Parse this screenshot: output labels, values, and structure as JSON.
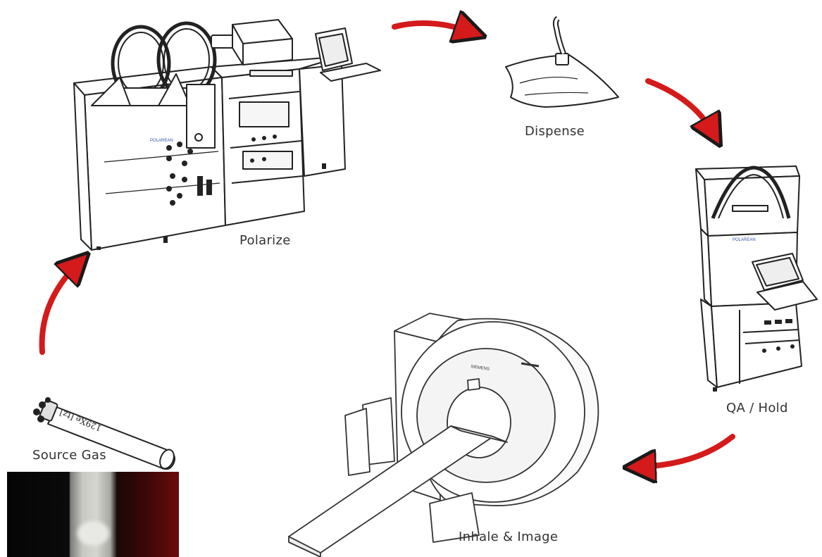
{
  "stages": {
    "polarize": "Polarize",
    "dispense": "Dispense",
    "qa_hold": "QA / Hold",
    "inhale_image": "Inhale & Image",
    "source_gas": "Source Gas"
  },
  "cylinder_label": "129Xe [tz]",
  "polarizer_brand": "POLAREAN",
  "qa_brand": "POLAREAN",
  "scanner_brand": "SIEMENS",
  "colors": {
    "arrow": "#d41a1a",
    "line": "#222222",
    "label": "#333333"
  },
  "icons": [
    "polarizer-machine-icon",
    "gas-bag-icon",
    "qa-station-icon",
    "mri-scanner-icon",
    "gas-cylinder-icon"
  ]
}
